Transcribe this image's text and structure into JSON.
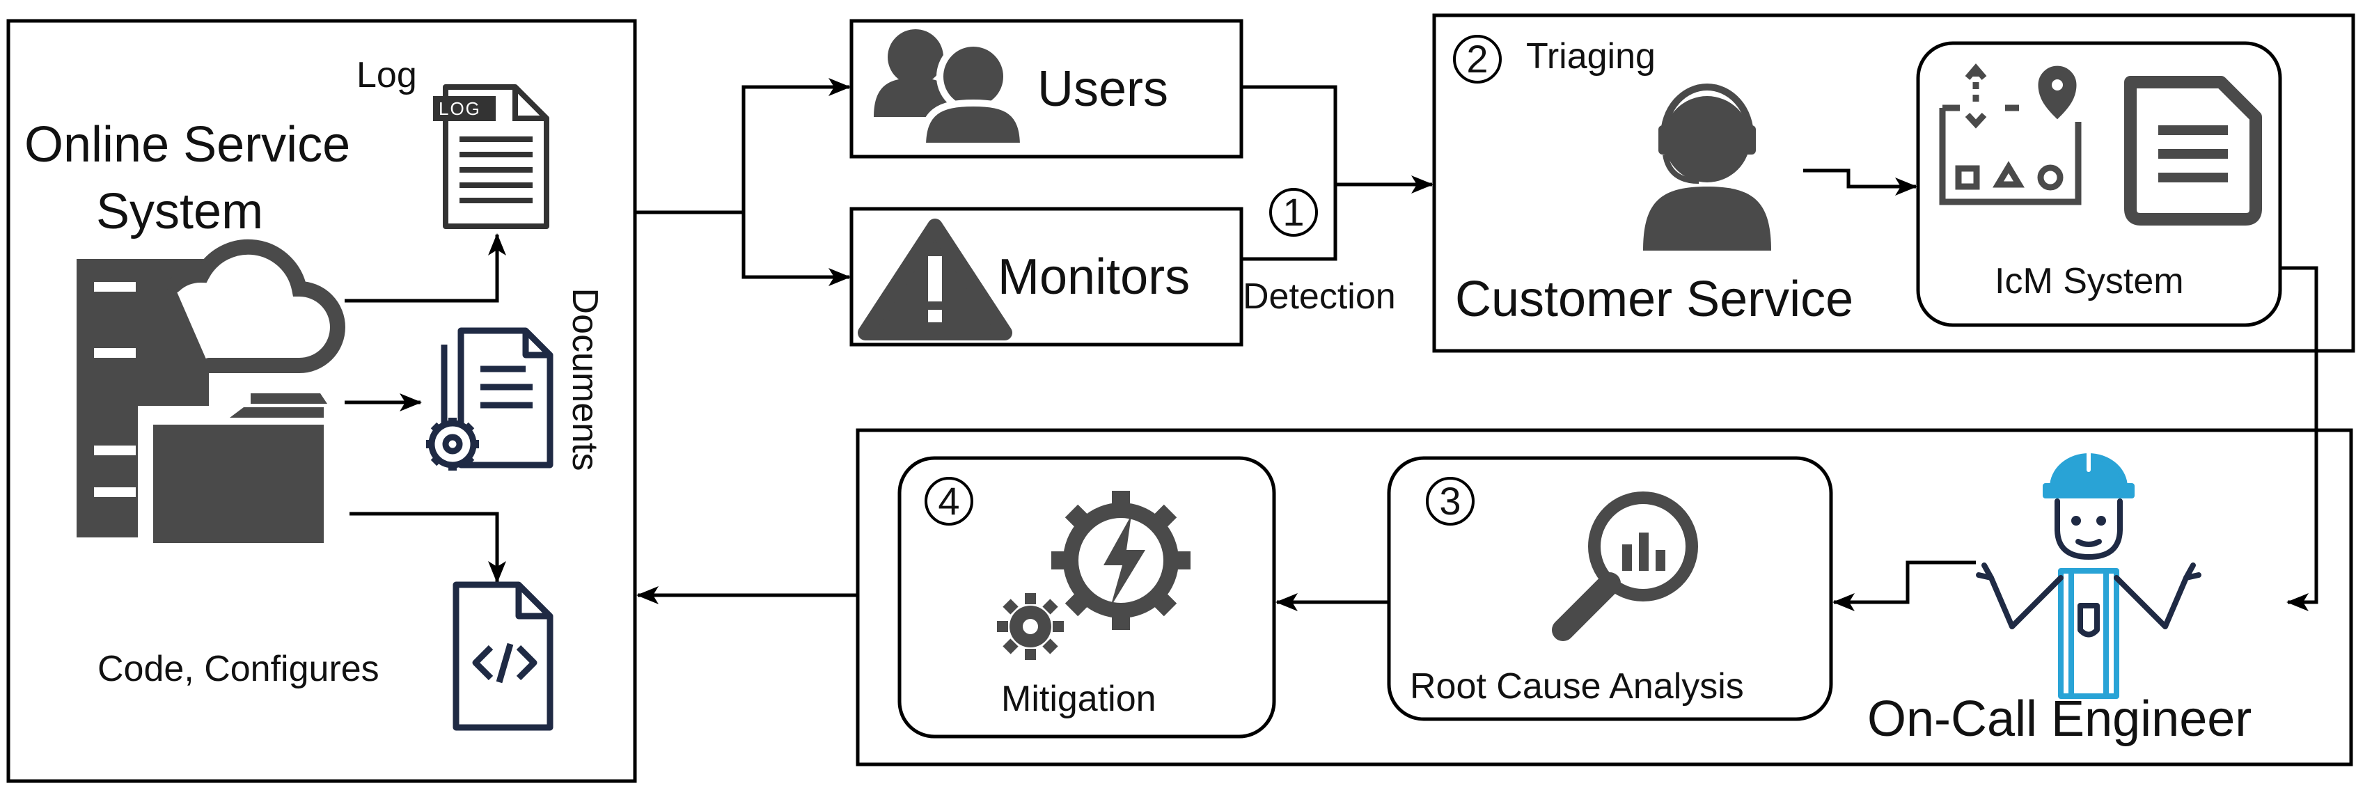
{
  "online_service": {
    "title_line1": "Online Service",
    "title_line2": "System",
    "log_label": "Log",
    "log_tag": "LOG",
    "documents_label": "Documents",
    "code_label": "Code, Configures"
  },
  "sources": {
    "users_label": "Users",
    "monitors_label": "Monitors"
  },
  "detection": {
    "step": "1",
    "label": "Detection"
  },
  "triaging": {
    "step": "2",
    "label": "Triaging",
    "customer_service_label": "Customer Service",
    "icm_label": "IcM System"
  },
  "engineer": {
    "label": "On-Call Engineer"
  },
  "rca": {
    "step": "3",
    "label": "Root Cause Analysis"
  },
  "mitigation": {
    "step": "4",
    "label": "Mitigation"
  },
  "colors": {
    "dark_icon": "#4a4a4a",
    "navy_icon": "#1f2a44",
    "engineer_blue": "#29a3d6",
    "line": "#000000"
  },
  "icons": [
    "server-icon",
    "cloud-icon",
    "folder-icon",
    "log-file-icon",
    "documents-settings-icon",
    "code-file-icon",
    "users-icon",
    "warning-icon",
    "headset-agent-icon",
    "icm-board-icon",
    "document-icon",
    "engineer-icon",
    "magnifier-chart-icon",
    "gear-lightning-icon"
  ]
}
